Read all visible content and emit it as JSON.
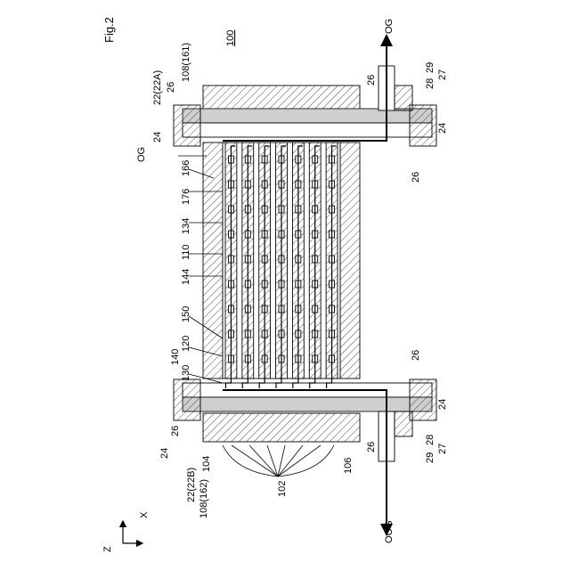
{
  "figure": {
    "title": "Fig.2",
    "labels": {
      "og_top": "OG",
      "og_left": "OG",
      "oog": "OOG",
      "n100": "100",
      "n108_161": "108(161)",
      "n22_22a": "22(22A)",
      "n26_a": "26",
      "n24_a": "24",
      "n166": "166",
      "n176": "176",
      "n134": "134",
      "n110": "110",
      "n144": "144",
      "n150": "150",
      "n120": "120",
      "n130": "130",
      "n140": "140",
      "n24_b": "24",
      "n26_b": "26",
      "n104": "104",
      "n22_22b": "22(22B)",
      "n108_162": "108(162)",
      "n102": "102",
      "n106": "106",
      "n26_c": "26",
      "n26_d": "26",
      "n29_top": "29",
      "n28_top": "28",
      "n27_top": "27",
      "n24_c": "24",
      "n26_e": "26",
      "n26_f": "26",
      "n24_d": "24",
      "n28_bot": "28",
      "n29_bot": "29",
      "n27_bot": "27",
      "axis_x": "X",
      "axis_z": "Z"
    }
  }
}
